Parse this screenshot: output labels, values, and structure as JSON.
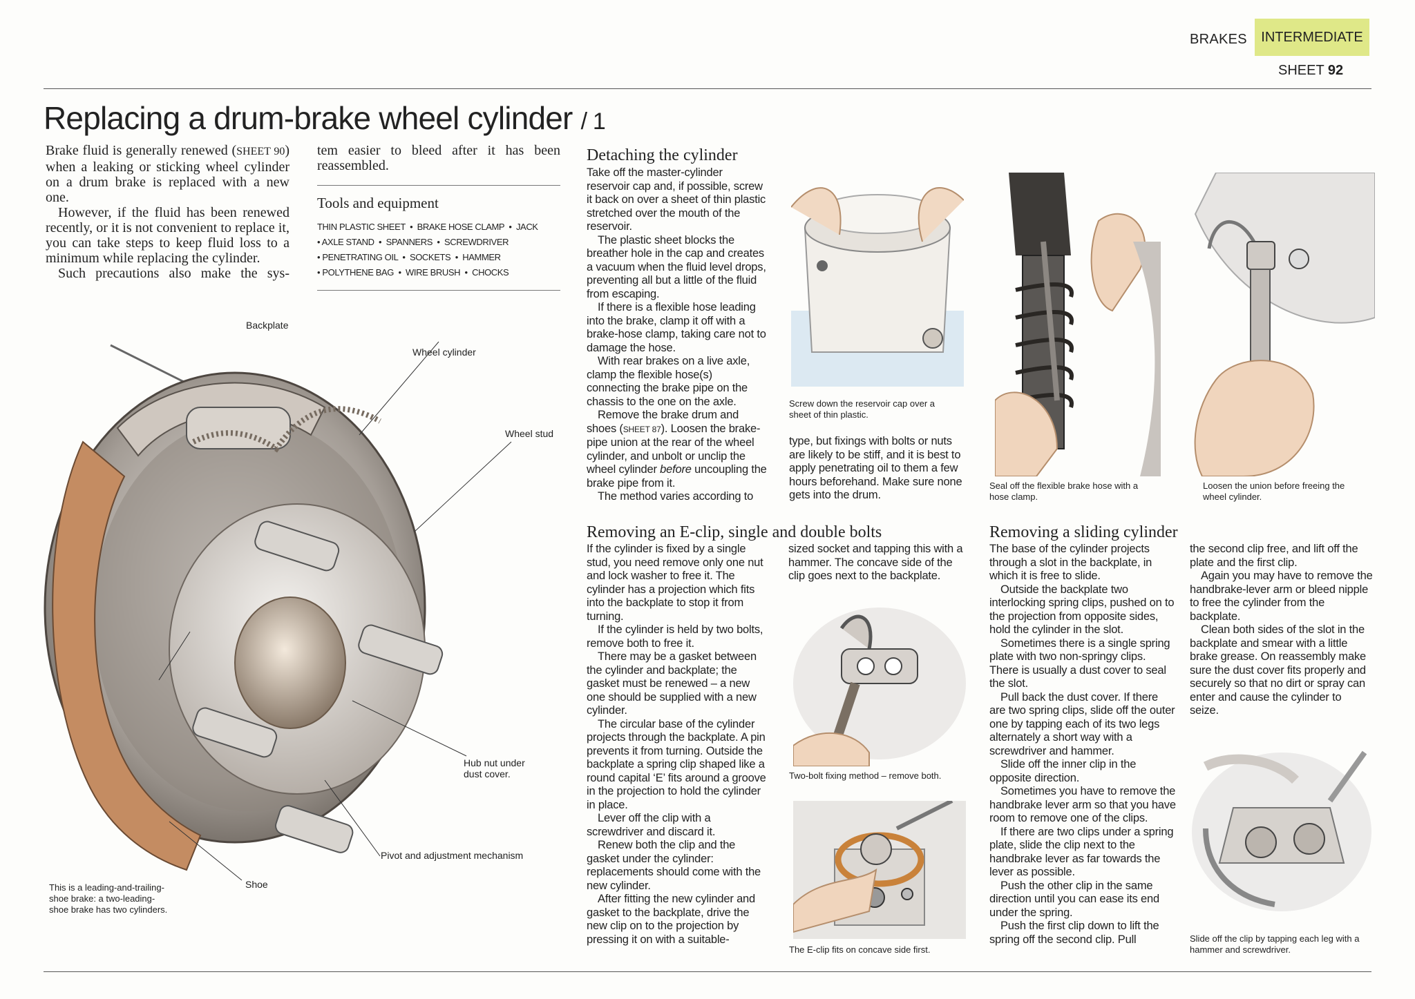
{
  "header": {
    "section": "BRAKES",
    "level": "INTERMEDIATE",
    "sheet_label": "SHEET",
    "sheet_number": "92"
  },
  "title": {
    "main": "Replacing a drum-brake wheel cylinder",
    "part": "/ 1"
  },
  "intro": {
    "p1_a": "Brake fluid is generally renewed (",
    "p1_ref": "SHEET 90",
    "p1_b": ") when a leaking or sticking wheel cylinder on a drum brake is replaced with a new one.",
    "p2": "However, if the fluid has been renewed recently, or it is not convenient to replace it, you can take steps to keep fluid loss to a minimum while replacing the cylinder.",
    "p3": "Such precautions also make the system easier to bleed after it has been reassembled."
  },
  "tools": {
    "heading": "Tools and equipment",
    "items": [
      "THIN PLASTIC SHEET",
      "BRAKE HOSE CLAMP",
      "JACK",
      "AXLE STAND",
      "SPANNERS",
      "SCREWDRIVER",
      "PENETRATING OIL",
      "SOCKETS",
      "HAMMER",
      "POLYTHENE BAG",
      "WIRE BRUSH",
      "CHOCKS"
    ]
  },
  "diagram": {
    "labels": {
      "backplate": "Backplate",
      "wheel_cylinder": "Wheel cylinder",
      "wheel_stud": "Wheel stud",
      "hub_nut": "Hub nut under dust cover.",
      "pivot": "Pivot and adjustment mechanism",
      "shoe": "Shoe"
    },
    "caption": "This is a leading-and-trailing-shoe brake: a two-leading-shoe brake has two cylinders."
  },
  "detaching": {
    "heading": "Detaching the cylinder",
    "p1": "Take off the master-cylinder reservoir cap and, if possible, screw it back on over a sheet of thin plastic stretched over the mouth of the reservoir.",
    "p2": "The plastic sheet blocks the breather hole in the cap and creates a vacuum when the fluid level drops, preventing all but a little of the fluid from escaping.",
    "p3": "If there is a flexible hose leading into the brake, clamp it off with a brake-hose clamp, taking care not to damage the hose.",
    "p4": "With rear brakes on a live axle, clamp the flexible hose(s) connecting the brake pipe on the chassis to the one on the axle.",
    "p5_a": "Remove the brake drum and shoes (",
    "p5_ref": "SHEET 87",
    "p5_b": "). Loosen the brake-pipe union at the rear of the wheel cylinder, and unbolt or unclip the wheel cylinder ",
    "p5_em": "before",
    "p5_c": " uncoupling the brake pipe from it.",
    "p6": "The method varies according to",
    "cont": "type, but fixings with bolts or nuts are likely to be stiff, and it is best to apply penetrating oil to them a few hours beforehand. Make sure none gets into the drum."
  },
  "captions": {
    "reservoir": "Screw down the reservoir cap over a sheet of thin plastic.",
    "hose_clamp": "Seal off the flexible brake hose with a hose clamp.",
    "union": "Loosen the union before freeing the wheel cylinder.",
    "two_bolt": "Two-bolt fixing method – remove both.",
    "eclip": "The E-clip fits on concave side first.",
    "slide_clip": "Slide off the clip by tapping each leg with a hammer and screwdriver."
  },
  "eclip": {
    "heading": "Removing an E-clip, single and double bolts",
    "p1": "If the cylinder is fixed by a single stud, you need remove only one nut and lock washer to free it. The cylinder has a projection which fits into the backplate to stop it from turning.",
    "p2": "If the cylinder is held by two bolts, remove both to free it.",
    "p3": "There may be a gasket between the cylinder and backplate; the gasket must be renewed – a new one should be supplied with a new cylinder.",
    "p4": "The circular base of the cylinder projects through the backplate. A pin prevents it from turning. Outside the backplate a spring clip shaped like a round capital ‘E’ fits around a groove in the projection to hold the cylinder in place.",
    "p5": "Lever off the clip with a screwdriver and discard it.",
    "p6": "Renew both the clip and the gasket under the cylinder: replacements should come with the new cylinder.",
    "p7": "After fitting the new cylinder and gasket to the backplate, drive the new clip on to the projection by pressing it on with a suitable-",
    "cont": "sized socket and tapping this with a hammer. The concave side of the clip goes next to the backplate."
  },
  "sliding": {
    "heading": "Removing a sliding cylinder",
    "p1": "The base of the cylinder projects through a slot in the backplate, in which it is free to slide.",
    "p2": "Outside the backplate two interlocking spring clips, pushed on to the projection from opposite sides, hold the cylinder in the slot.",
    "p3": "Sometimes there is a single spring plate with two non-springy clips. There is usually a dust cover to seal the slot.",
    "p4": "Pull back the dust cover. If there are two spring clips, slide off the outer one by tapping each of its two legs alternately a short way with a screwdriver and hammer.",
    "p5": "Slide off the inner clip in the opposite direction.",
    "p6": "Sometimes you have to remove the handbrake lever arm so that you have room to remove one of the clips.",
    "p7": "If there are two clips under a spring plate, slide the clip next to the handbrake lever as far towards the lever as possible.",
    "p8": "Push the other clip in the same direction until you can ease its end under the spring.",
    "p9": "Push the first clip down to lift the spring off the second clip. Pull",
    "c1": "the second clip free, and lift off the plate and the first clip.",
    "c2": "Again you may have to remove the handbrake-lever arm or bleed nipple to free the cylinder from the backplate.",
    "c3": "Clean both sides of the slot in the backplate and smear with a little brake grease. On reassembly make sure the dust cover fits properly and securely so that no dirt or spray can enter and cause the cylinder to seize."
  },
  "colors": {
    "badge": "#dfe888",
    "rule": "#555555",
    "shoe_lining": "#c48c62",
    "metal": "#b9b3ad"
  }
}
